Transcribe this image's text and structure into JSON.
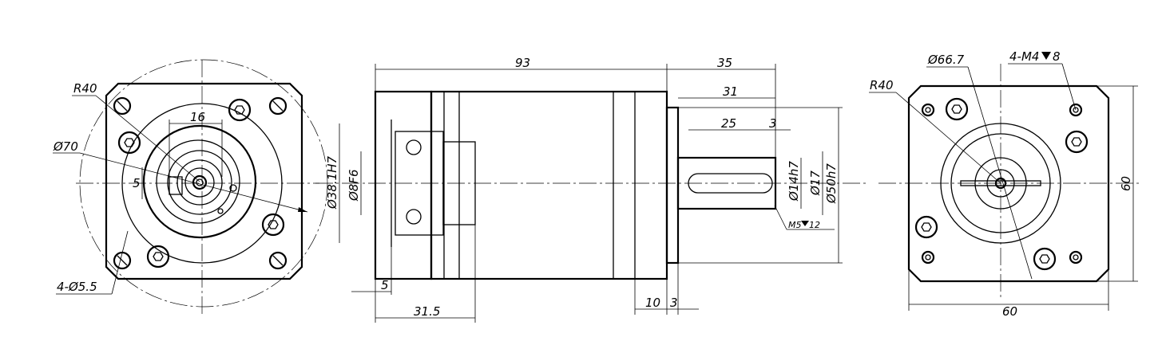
{
  "front_view": {
    "radius": "R40",
    "pcd": "Ø70",
    "key_width": "16",
    "slot": "5",
    "holes": "4-Ø5.5"
  },
  "side_view": {
    "total_length": "93",
    "shaft_length": "35",
    "shaft_key_end": "31",
    "key_length": "25",
    "key_offset": "3",
    "bore": "Ø38.1H7",
    "pilot": "Ø8F6",
    "shaft_dia": "Ø14h7",
    "shoulder_dia": "Ø17",
    "spigot_dia": "Ø50h7",
    "tap": "M5",
    "tap_depth": "12",
    "flange_thick": "10",
    "spigot_len": "3",
    "input_offset": "5",
    "input_depth": "31.5"
  },
  "rear_view": {
    "radius": "R40",
    "pcd": "Ø66.7",
    "threads": "4-M4",
    "thread_depth": "8",
    "width": "60",
    "height": "60"
  },
  "colors": {
    "line": "#000000",
    "background": "#ffffff"
  }
}
